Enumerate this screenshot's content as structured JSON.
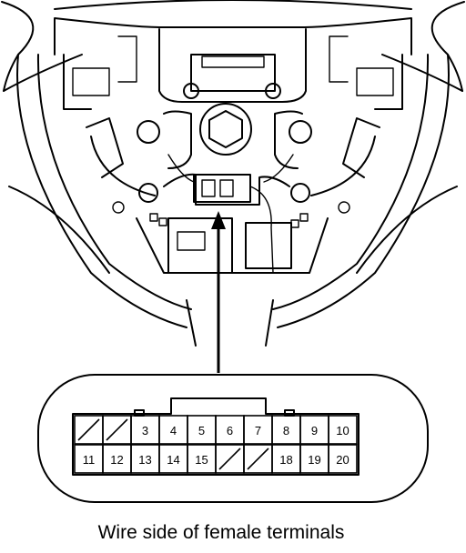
{
  "caption": "Wire side of female terminals",
  "connector": {
    "row_top": [
      {
        "label": "",
        "blank": true
      },
      {
        "label": "",
        "blank": true
      },
      {
        "label": "3",
        "blank": false
      },
      {
        "label": "4",
        "blank": false
      },
      {
        "label": "5",
        "blank": false
      },
      {
        "label": "6",
        "blank": false
      },
      {
        "label": "7",
        "blank": false
      },
      {
        "label": "8",
        "blank": false
      },
      {
        "label": "9",
        "blank": false
      },
      {
        "label": "10",
        "blank": false
      }
    ],
    "row_bottom": [
      {
        "label": "11",
        "blank": false
      },
      {
        "label": "12",
        "blank": false
      },
      {
        "label": "13",
        "blank": false
      },
      {
        "label": "14",
        "blank": false
      },
      {
        "label": "15",
        "blank": false
      },
      {
        "label": "",
        "blank": true
      },
      {
        "label": "",
        "blank": true
      },
      {
        "label": "18",
        "blank": false
      },
      {
        "label": "19",
        "blank": false
      },
      {
        "label": "20",
        "blank": false
      }
    ]
  }
}
